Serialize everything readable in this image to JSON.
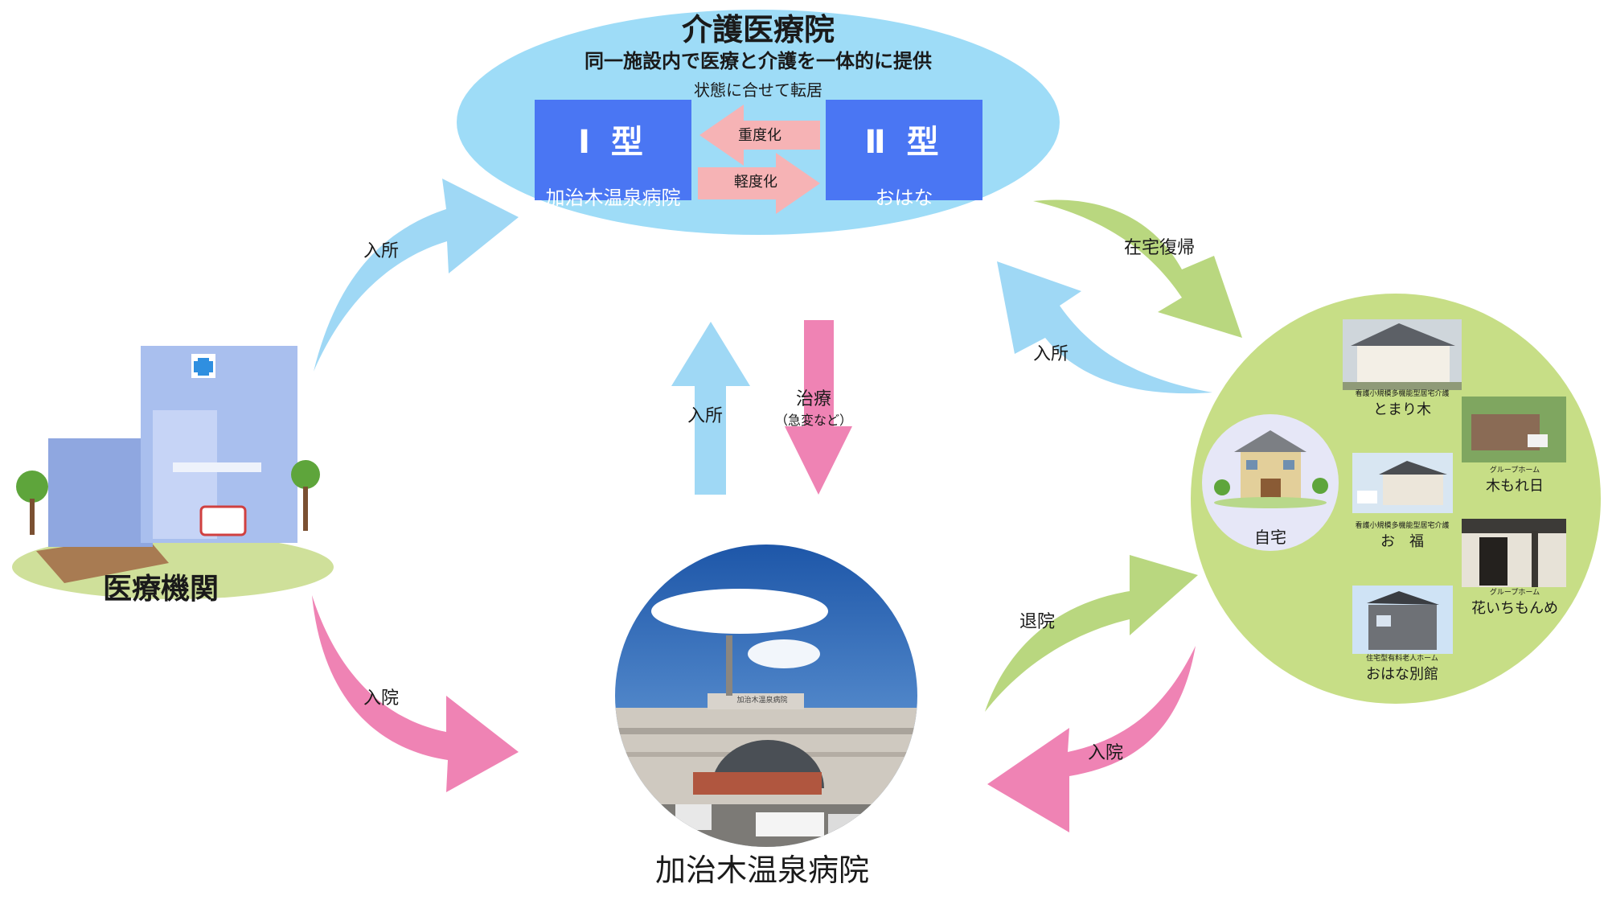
{
  "title": {
    "main": "介護医療院",
    "sub": "同一施設内で医療と介護を一体的に提供",
    "transfer_note": "状態に合せて転居"
  },
  "types": [
    {
      "type": "Ⅰ 型",
      "name": "加治木温泉病院"
    },
    {
      "type": "Ⅱ 型",
      "name": "おはな"
    }
  ],
  "conversion": {
    "worsen": "重度化",
    "improve": "軽度化"
  },
  "nodes": {
    "medical": "医療機関",
    "hospital": "加治木温泉病院",
    "home": "自宅",
    "hospital_sign": "加治木温泉病院"
  },
  "facilities": [
    {
      "type": "看護小規模多機能型居宅介護",
      "name": "とまり木"
    },
    {
      "type": "グループホーム",
      "name": "木もれ日"
    },
    {
      "type": "看護小規模多機能型居宅介護",
      "name": "お　福"
    },
    {
      "type": "グループホーム",
      "name": "花いちもんめ"
    },
    {
      "type": "住宅型有料老人ホーム",
      "name": "おはな別館"
    }
  ],
  "flows": {
    "medical_to_care": "入所",
    "medical_to_hospital": "入院",
    "hospital_to_care": "入所",
    "care_to_hospital": "治療",
    "care_to_hospital_note": "（急変など）",
    "care_to_community": "在宅復帰",
    "community_to_care": "入所",
    "hospital_to_community": "退院",
    "community_to_hospital": "入院"
  },
  "colors": {
    "care_ellipse": "#9edcf7",
    "community_circle": "#c7de86",
    "type_box": "#4a76f3",
    "arrow_blue": "#9fd8f5",
    "arrow_pink": "#ef83b4",
    "arrow_green": "#b9d77f",
    "arrow_conversion": "#f6b3b5"
  }
}
